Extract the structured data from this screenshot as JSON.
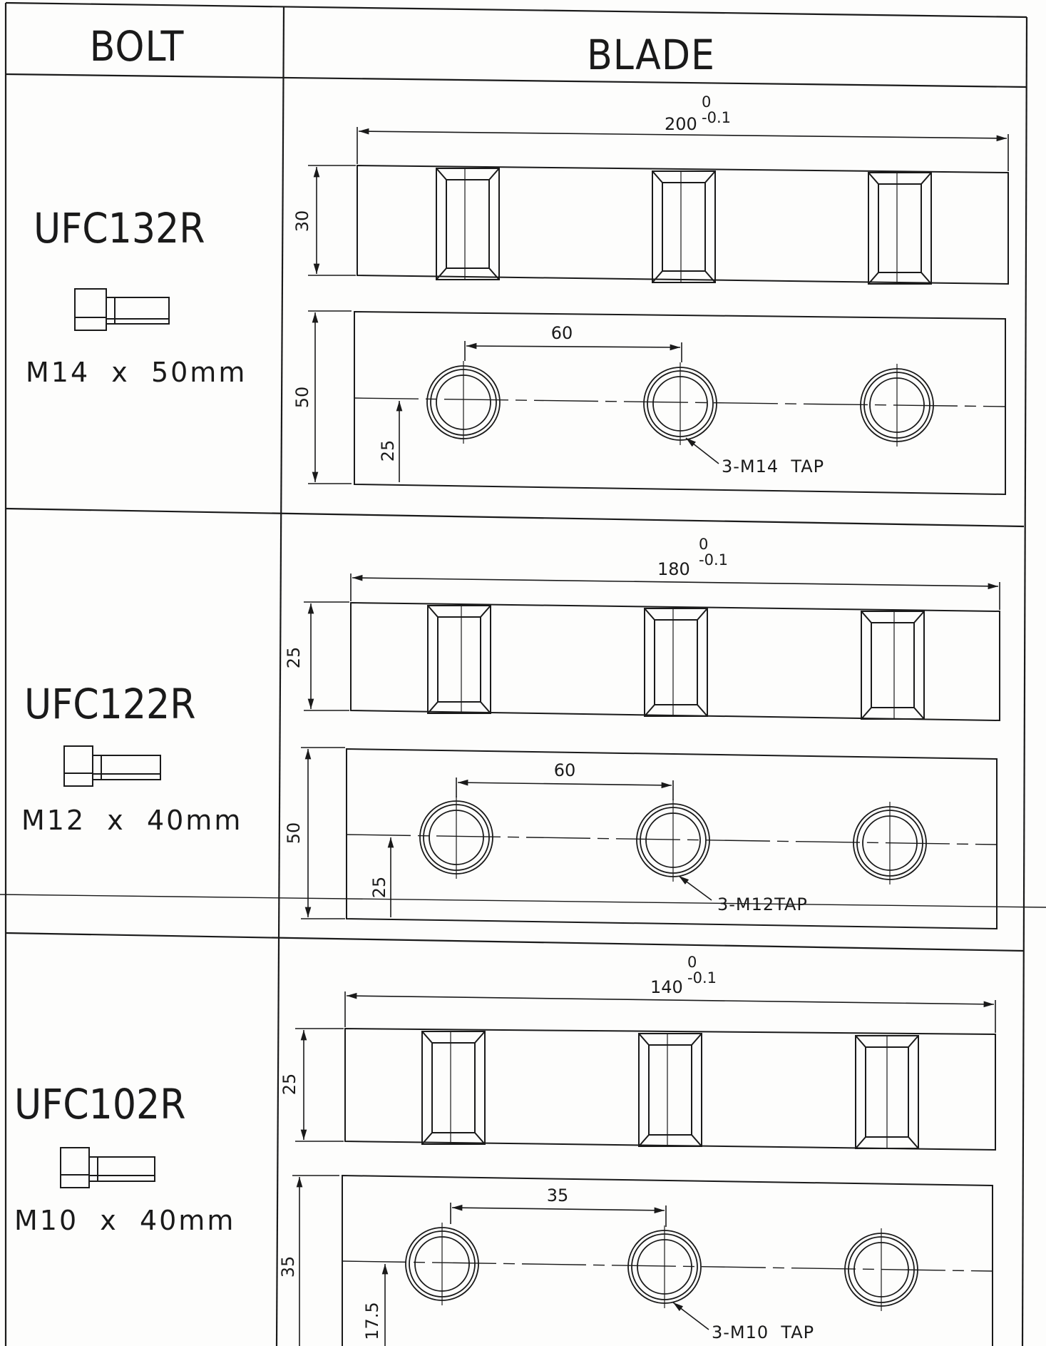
{
  "headers": {
    "bolt": "BOLT",
    "blade": "BLADE"
  },
  "rows": [
    {
      "model": "UFC132R",
      "bolt_spec": "M14  x  50mm",
      "length_nominal": "200",
      "tol_upper": "0",
      "tol_lower": "-0.1",
      "thickness": "30",
      "width": "50",
      "hole_spacing": "60",
      "center_height": "25",
      "tap_label": "3-M14  TAP"
    },
    {
      "model": "UFC122R",
      "bolt_spec": "M12  x  40mm",
      "length_nominal": "180",
      "tol_upper": "0",
      "tol_lower": "-0.1",
      "thickness": "25",
      "width": "50",
      "hole_spacing": "60",
      "center_height": "25",
      "tap_label": "3-M12TAP"
    },
    {
      "model": "UFC102R",
      "bolt_spec": "M10  x  40mm",
      "length_nominal": "140",
      "tol_upper": "0",
      "tol_lower": "-0.1",
      "thickness": "25",
      "width": "35",
      "hole_spacing": "35",
      "center_height": "17.5",
      "tap_label": "3-M10  TAP"
    }
  ]
}
